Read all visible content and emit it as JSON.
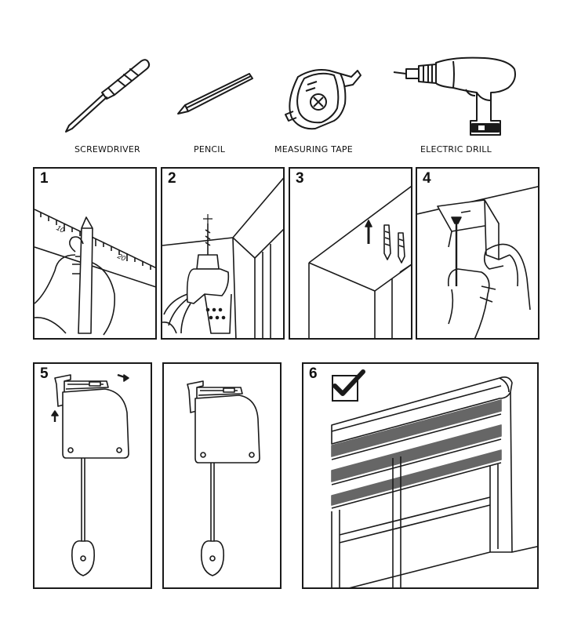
{
  "tools": [
    {
      "name": "screwdriver",
      "label": "SCREWDRIVER"
    },
    {
      "name": "pencil",
      "label": "PENCIL"
    },
    {
      "name": "measuring-tape",
      "label": "MEASURING TAPE"
    },
    {
      "name": "electric-drill",
      "label": "ELECTRIC DRILL"
    }
  ],
  "steps": [
    {
      "number": "1",
      "ruler_ticks": [
        "10",
        "20"
      ]
    },
    {
      "number": "2"
    },
    {
      "number": "3"
    },
    {
      "number": "4"
    },
    {
      "number": "5"
    },
    {
      "number": "6"
    }
  ],
  "colors": {
    "line": "#1a1a1a",
    "slat": "#666666"
  }
}
